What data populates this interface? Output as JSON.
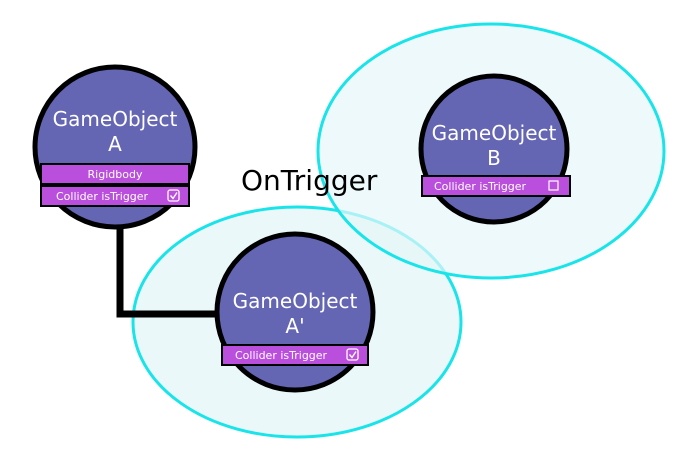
{
  "diagram": {
    "title": "OnTrigger",
    "objects": {
      "a": {
        "name_line1": "GameObject",
        "name_line2": "A",
        "rigidbody_label": "Rigidbody",
        "collider_label": "Collider isTrigger",
        "is_trigger": true
      },
      "a_prime": {
        "name_line1": "GameObject",
        "name_line2": "A'",
        "collider_label": "Collider isTrigger",
        "is_trigger": true
      },
      "b": {
        "name_line1": "GameObject",
        "name_line2": "B",
        "collider_label": "Collider isTrigger",
        "is_trigger": false
      }
    },
    "colors": {
      "node_fill": "#6465b3",
      "bar_fill": "#b94fdc",
      "trigger_zone_fill": "#e6f7f8",
      "trigger_zone_stroke": "#19e4e9",
      "outline": "#000000"
    }
  }
}
